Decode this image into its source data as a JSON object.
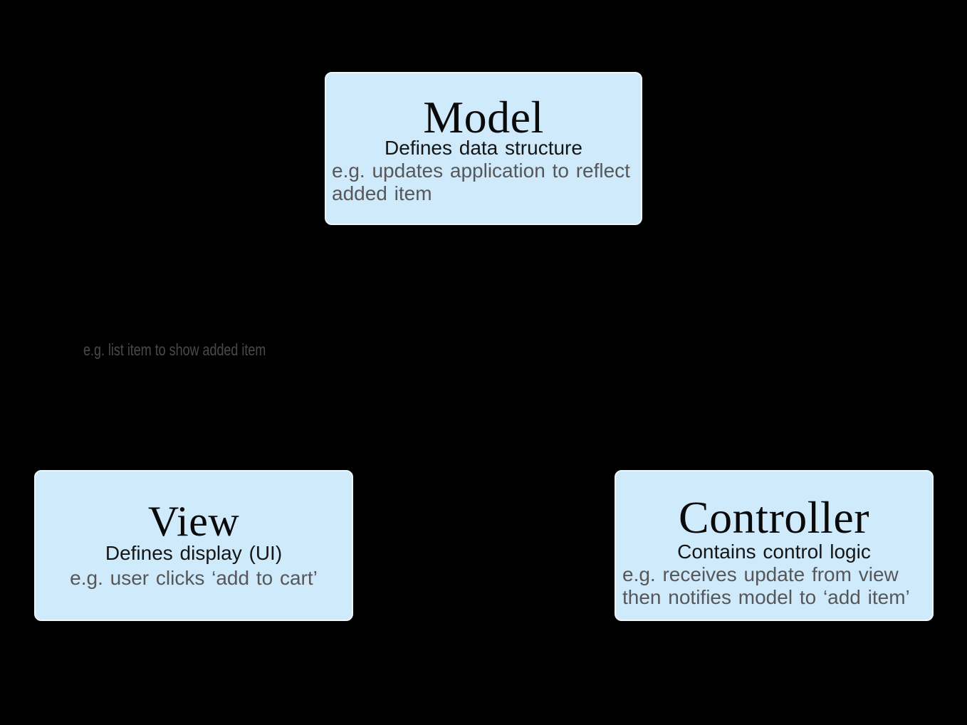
{
  "diagram": {
    "kind": "mvc-architecture",
    "background_color": "#000000",
    "box_fill_color": "#cfeafb",
    "box_border_color": "#ecf7fe",
    "example_text_color": "#57575a",
    "note_text_color": "#4a4a4d"
  },
  "boxes": [
    {
      "id": "model",
      "title": "Model",
      "subtitle": "Defines data structure",
      "example": "e.g. updates application to reflect added item"
    },
    {
      "id": "view",
      "title": "View",
      "subtitle": "Defines display (UI)",
      "example": "e.g. user clicks ‘add to cart’"
    },
    {
      "id": "controller",
      "title": "Controller",
      "subtitle": "Contains control logic",
      "example": "e.g. receives update from view then notifies model to ‘add item’"
    }
  ],
  "floating_note": {
    "text": "e.g. list item to show added item"
  }
}
